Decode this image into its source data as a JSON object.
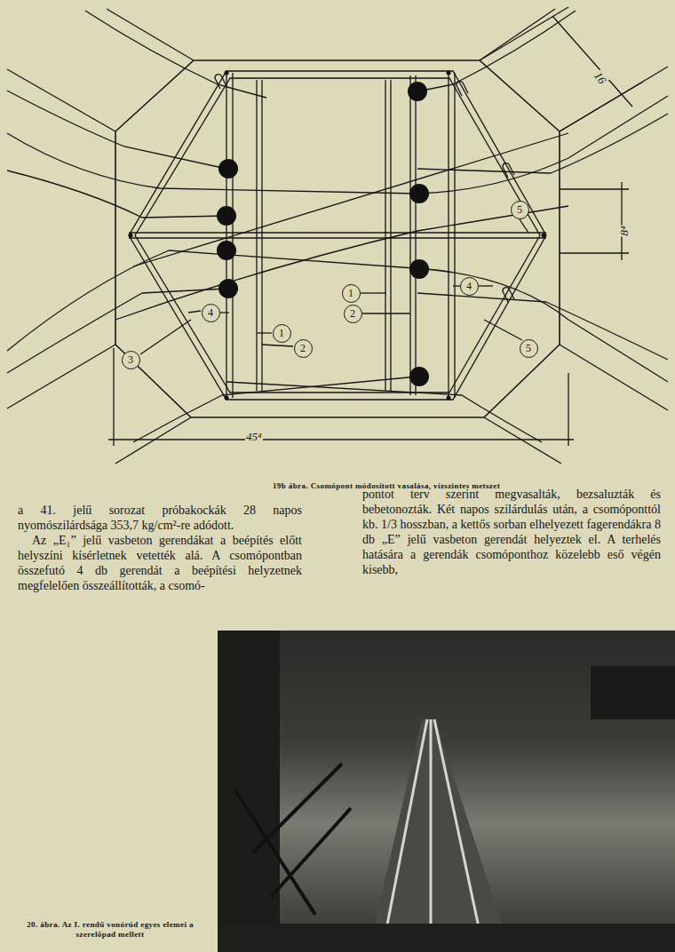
{
  "diagram": {
    "caption": "19b ábra. Csomópont módosított vasalása, vízszintes metszet",
    "nodes": [
      {
        "text": [
          "4"
        ]
      },
      {
        "text": [
          "1"
        ]
      },
      {
        "text": [
          "4"
        ]
      },
      {
        "text": [
          "2"
        ]
      },
      {
        "text": [
          "1"
        ]
      },
      {
        "text": [
          "2"
        ]
      },
      {
        "text": [
          "5"
        ]
      },
      {
        "text": [
          "3"
        ]
      },
      {
        "text": [
          "5"
        ]
      }
    ],
    "labels": [
      "16",
      "8⁴",
      "45⁴",
      "a 41. jelű sorozat próbakockák 28 napos nyomószilárdsága 353,7 kg/cm²-re adódott.",
      "Az „E₁” jelű vasbeton gerendákat a beépítés előtt helyszíni kísérletnek vetették alá. A csomópontban összefutó 4 db gerendát a beépítési helyzetnek megfelelően összeállították, a csomó-",
      "pontot terv szerint megvasalták, bezsaluzták és bebetonozták. Két napos szilárdulás után, a csomóponttól kb. 1/3 hosszban, a kettős sorban elhelyezett fagerendákra 8 db „E” jelű vasbeton gerendát helyeztek el. A terhelés hatására a gerendák csomóponthoz közelebb eső végén kisebb,",
      "20. ábra. Az I. rendű vonórúd egyes elemei a szerelőpad mellett"
    ]
  }
}
